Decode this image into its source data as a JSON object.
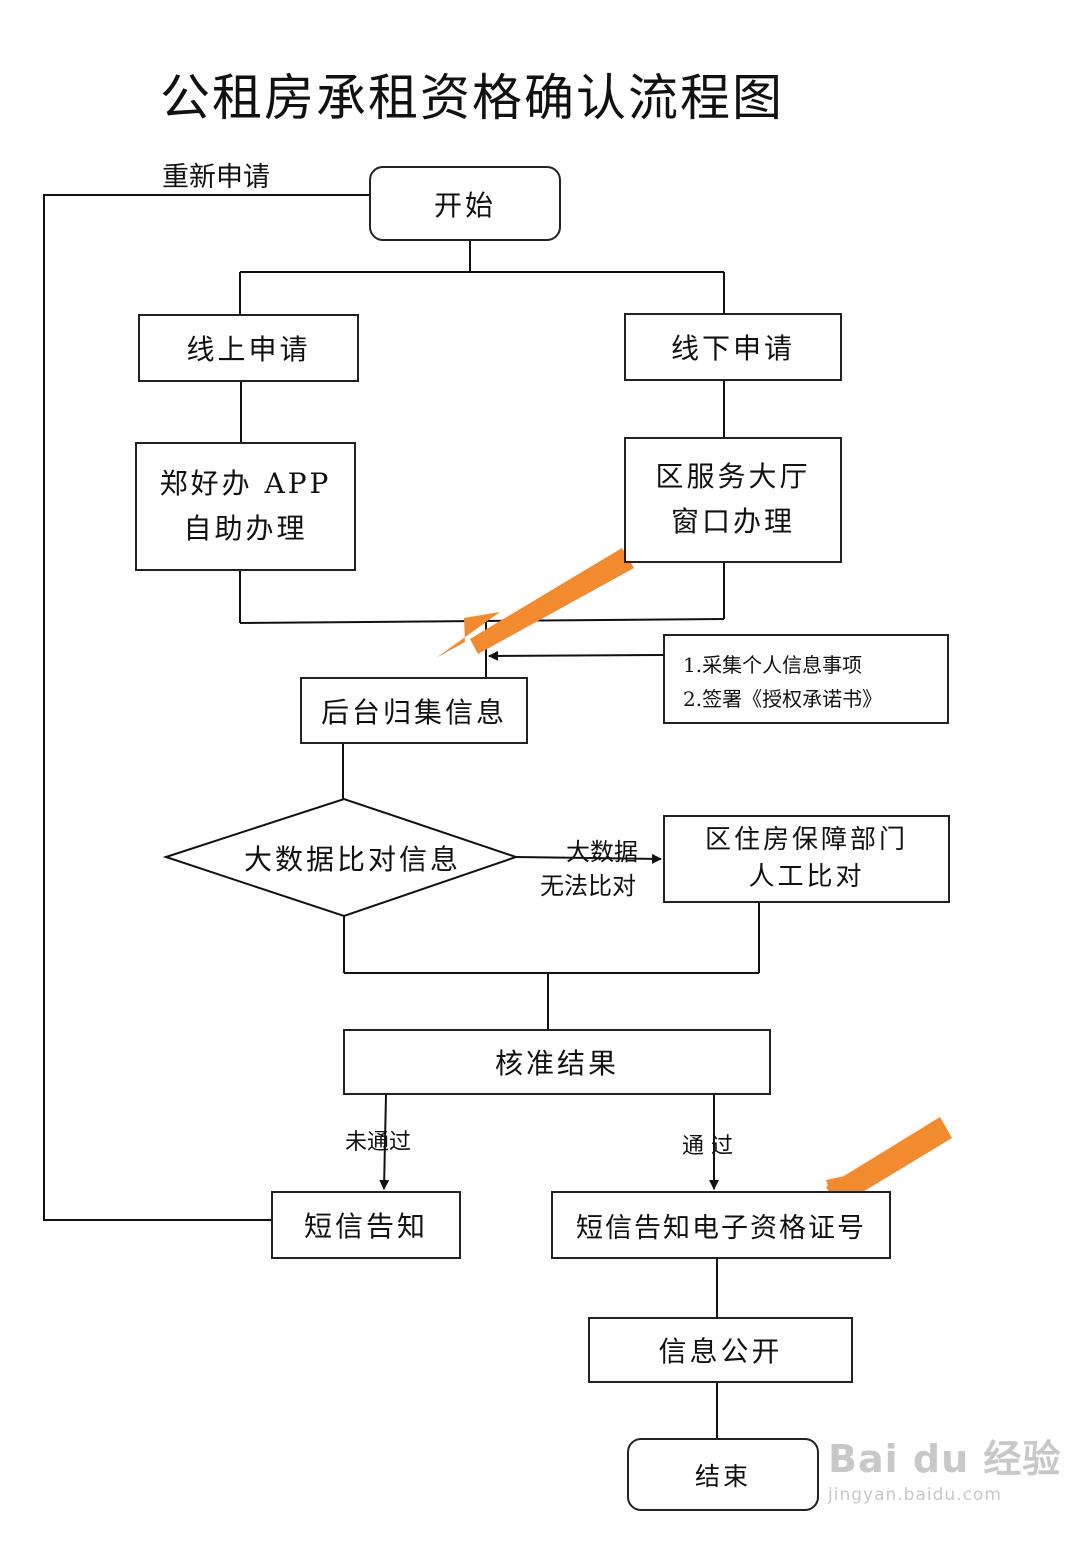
{
  "title": "公租房承租资格确认流程图",
  "loop_label": "重新申请",
  "nodes": {
    "start": "开始",
    "online": "线上申请",
    "offline": "线下申请",
    "app_line1": "郑好办 APP",
    "app_line2": "自助办理",
    "hall_line1": "区服务大厅",
    "hall_line2": "窗口办理",
    "collect": "后台归集信息",
    "note_line1": "1.采集个人信息事项",
    "note_line2": "2.签署《授权承诺书》",
    "bigdata": "大数据比对信息",
    "manual_line1": "区住房保障部门",
    "manual_line2": "人工比对",
    "approve": "核准结果",
    "sms_fail": "短信告知",
    "sms_pass": "短信告知电子资格证号",
    "publish": "信息公开",
    "end": "结束"
  },
  "edge_labels": {
    "bigdata_fail_1": "大数据",
    "bigdata_fail_2": "无法比对",
    "not_passed": "未通过",
    "passed": "通 过"
  },
  "watermark": {
    "main": "Bai du 经验",
    "sub": "jingyan.baidu.com"
  },
  "colors": {
    "line": "#111111",
    "highlight_arrow": "#f28a30"
  }
}
